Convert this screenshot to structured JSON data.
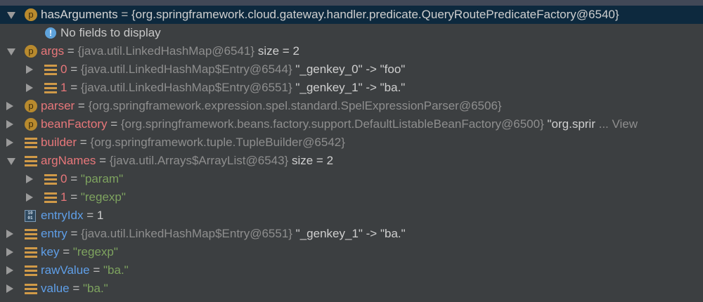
{
  "colors": {
    "background": "#3c3f41",
    "selected_row": "#0d293e",
    "field_name_red": "#e8777a",
    "field_name_blue": "#5f9fe8",
    "string_value": "#7ea35f",
    "type_text": "#8e8e8e",
    "icon_orange": "#b88a2e"
  },
  "variables": [
    {
      "toggle": "expanded",
      "icon": "property-icon",
      "icon_glyph": "p",
      "name": "hasArguments",
      "eq": " = ",
      "value": "{org.springframework.cloud.gateway.handler.predicate.QueryRoutePredicateFactory@6540}",
      "selected": true
    },
    {
      "icon": "info-icon",
      "icon_glyph": "!",
      "message": "No fields to display"
    },
    {
      "toggle": "expanded",
      "icon": "property-icon",
      "icon_glyph": "p",
      "name": "args",
      "eq": " = ",
      "value": "{java.util.LinkedHashMap@6541}",
      "extra": "  size = 2"
    },
    {
      "toggle": "collapsed",
      "icon": "field-icon",
      "name": "0",
      "eq": " = ",
      "value": "{java.util.LinkedHashMap$Entry@6544}",
      "extra": " \"_genkey_0\" -> \"foo\""
    },
    {
      "toggle": "collapsed",
      "icon": "field-icon",
      "name": "1",
      "eq": " = ",
      "value": "{java.util.LinkedHashMap$Entry@6551}",
      "extra": " \"_genkey_1\" -> \"ba.\""
    },
    {
      "toggle": "collapsed",
      "icon": "property-icon",
      "icon_glyph": "p",
      "name": "parser",
      "eq": " = ",
      "value": "{org.springframework.expression.spel.standard.SpelExpressionParser@6506}"
    },
    {
      "toggle": "collapsed",
      "icon": "property-icon",
      "icon_glyph": "p",
      "name": "beanFactory",
      "eq": " = ",
      "value": "{org.springframework.beans.factory.support.DefaultListableBeanFactory@6500}",
      "extra": " \"org.sprir",
      "view_link": " ... View"
    },
    {
      "toggle": "collapsed",
      "icon": "field-icon",
      "name": "builder",
      "eq": " = ",
      "value": "{org.springframework.tuple.TupleBuilder@6542}"
    },
    {
      "toggle": "expanded",
      "icon": "field-icon",
      "name": "argNames",
      "eq": " = ",
      "value": "{java.util.Arrays$ArrayList@6543}",
      "extra": "  size = 2"
    },
    {
      "toggle": "collapsed",
      "icon": "field-icon",
      "name": "0",
      "eq": " = ",
      "string": "\"param\""
    },
    {
      "toggle": "collapsed",
      "icon": "field-icon",
      "name": "1",
      "eq": " = ",
      "string": "\"regexp\""
    },
    {
      "icon": "primitive-icon",
      "icon_glyph_top": "10",
      "icon_glyph_bottom": "01",
      "name": "entryIdx",
      "eq": " = ",
      "number": "1"
    },
    {
      "toggle": "collapsed",
      "icon": "field-icon",
      "name": "entry",
      "eq": " = ",
      "value": "{java.util.LinkedHashMap$Entry@6551}",
      "extra": " \"_genkey_1\" -> \"ba.\""
    },
    {
      "toggle": "collapsed",
      "icon": "field-icon",
      "name": "key",
      "eq": " = ",
      "string": "\"regexp\""
    },
    {
      "toggle": "collapsed",
      "icon": "field-icon",
      "name": "rawValue",
      "eq": " = ",
      "string": "\"ba.\""
    },
    {
      "toggle": "collapsed",
      "icon": "field-icon",
      "name": "value",
      "eq": " = ",
      "string": "\"ba.\""
    }
  ]
}
